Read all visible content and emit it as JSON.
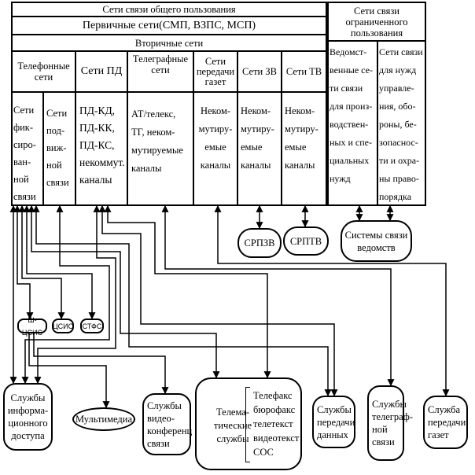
{
  "public": {
    "title": "Сети связи общего пользования",
    "primary": "Первичные сети(СМП, ВЗПС, МСП)",
    "secondary": "Вторичные сети",
    "columns": [
      {
        "header": "Телефонные\nсети",
        "sub": [
          "Сети\nфик-\nсиро-\nван-\nной\nсвязи",
          "Сети\nпод-\nвиж-\nной\nсвязи"
        ]
      },
      {
        "header": "Сети ПД",
        "body": "ПД-КД,\nПД-КК,\nПД-КС,\nнекоммут.\nканалы"
      },
      {
        "header": "Телеграфные\nсети",
        "body": "АТ/телекс,\nТГ, неком-\nмутируемые\nканалы"
      },
      {
        "header": "Сети\nпередачи\nгазет",
        "body": "Неком-\nмутиру-\nемые\nканалы"
      },
      {
        "header": "Сети ЗВ",
        "body": "Неком-\nмутиру-\nемые\nканалы"
      },
      {
        "header": "Сети ТВ",
        "body": "Неком-\nмутиру-\nемые\nканалы"
      }
    ]
  },
  "restricted": {
    "title": "Сети связи\nограниченного\nпользования",
    "left": "Ведомст-\nвенные се-\nти связи\nдля произ-\nводствен-\nных и спе-\nциальных\nнужд",
    "right": "Сети связи\nдля нужд\nуправле-\nния, обо-\nроны, бе-\nзопаснос-\nти и охра-\nны право-\nпорядка"
  },
  "nodes": {
    "srpzv": "СРПЗВ",
    "srptv": "СРПТВ",
    "departmental": "Системы связи\nведомств",
    "b_isdn": "Ш-ЦСИС",
    "isdn": "ЦСИС",
    "pstn": "СТФС"
  },
  "services": {
    "info_access": "Службы\nинформа-\nционного\nдоступа",
    "multimedia": "Мультимедиа",
    "videoconf": "Службы\nвидео-\nконференц\nсвязи",
    "telematic": "Телема-\nтические\nслужбы",
    "telematic_list": "Телефакс\nбюрофакс\nтелетекст\nвидеотекст\nСОС",
    "data": "Службы\nпередачи\nданных",
    "telegraph": "Службы\nтелеграф-\nной\nсвязи",
    "newspaper": "Служба\nпередачи\nгазет"
  }
}
